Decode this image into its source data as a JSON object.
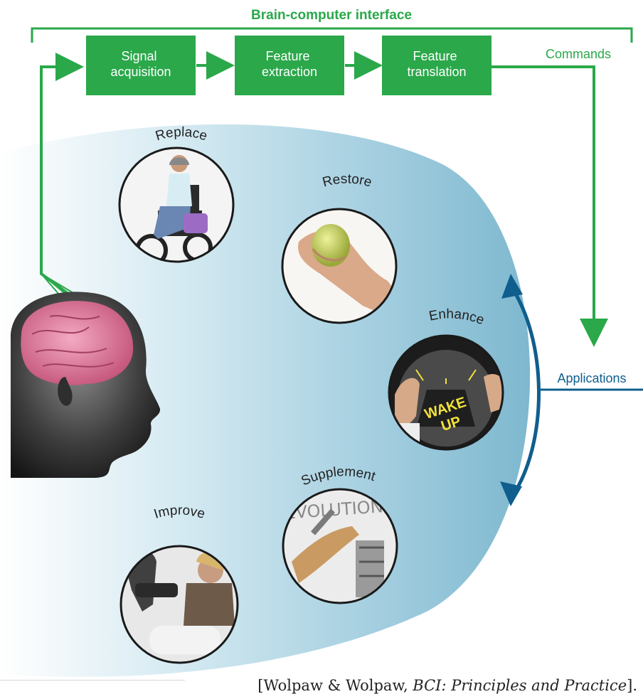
{
  "diagram": {
    "header_title": "Brain-computer interface",
    "stages": [
      {
        "line1": "Signal",
        "line2": "acquisition"
      },
      {
        "line1": "Feature",
        "line2": "extraction"
      },
      {
        "line1": "Feature",
        "line2": "translation"
      }
    ],
    "commands_label": "Commands",
    "applications_label": "Applications",
    "uses": {
      "replace": "Replace",
      "restore": "Restore",
      "enhance": "Enhance",
      "supplement": "Supplement",
      "improve": "Improve"
    },
    "wheel_sign_line1": "WAKE",
    "wheel_sign_line2": "UP",
    "board_text": "EVOLUTION"
  },
  "caption": {
    "open": "[Wolpaw & Wolpaw, ",
    "title": "BCI: Principles and Practice",
    "close": "]."
  },
  "colors": {
    "green": "#2aa84a",
    "blue_dark": "#0f5e8e",
    "blue_field": "#8fc2d6",
    "brain_pink": "#e07e9d"
  }
}
